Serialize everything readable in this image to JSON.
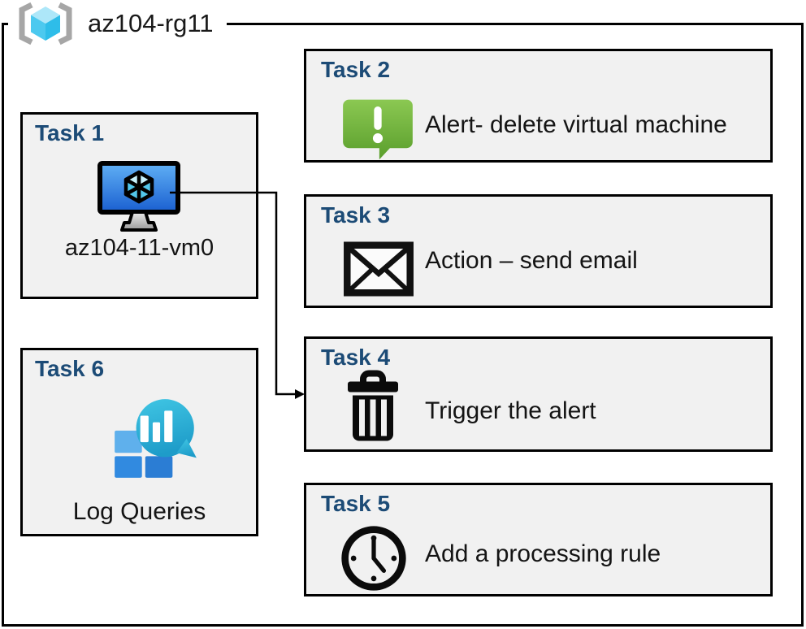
{
  "diagram": {
    "resource_group": {
      "title": "az104-rg11",
      "icon": "resource-group-icon"
    },
    "tasks": [
      {
        "id": "task-1",
        "title": "Task 1",
        "label": "az104-11-vm0",
        "icon": "virtual-machine-icon"
      },
      {
        "id": "task-2",
        "title": "Task 2",
        "label": "Alert- delete virtual machine",
        "icon": "alert-icon"
      },
      {
        "id": "task-3",
        "title": "Task 3",
        "label": "Action – send email",
        "icon": "email-icon"
      },
      {
        "id": "task-4",
        "title": "Task 4",
        "label": "Trigger the alert",
        "icon": "trash-icon"
      },
      {
        "id": "task-5",
        "title": "Task 5",
        "label": "Add a processing rule",
        "icon": "clock-icon"
      },
      {
        "id": "task-6",
        "title": "Task 6",
        "label": "Log Queries",
        "icon": "log-analytics-icon"
      }
    ],
    "connector": {
      "from": "task-1",
      "to": "task-4"
    },
    "colors": {
      "task_title_blue": "#1c4b76",
      "box_fill": "#f1f1f1",
      "box_border": "#000000",
      "alert_green_top": "#8bc852",
      "alert_green_bottom": "#5a9e2c",
      "vm_screen_top": "#60b0f5",
      "vm_screen_bottom": "#1a5fd0",
      "rg_bracket_gray": "#a6a6a6",
      "rg_cube_top": "#ade7f9",
      "rg_cube_left": "#4cc9ef",
      "rg_cube_right": "#2ebde9",
      "log_bubble_top": "#40c6e4",
      "log_bubble_bottom": "#1e9cc9",
      "log_square_light": "#5fb0ec",
      "log_square_mid": "#318ae0",
      "log_square_dark": "#2b7dd4"
    }
  }
}
